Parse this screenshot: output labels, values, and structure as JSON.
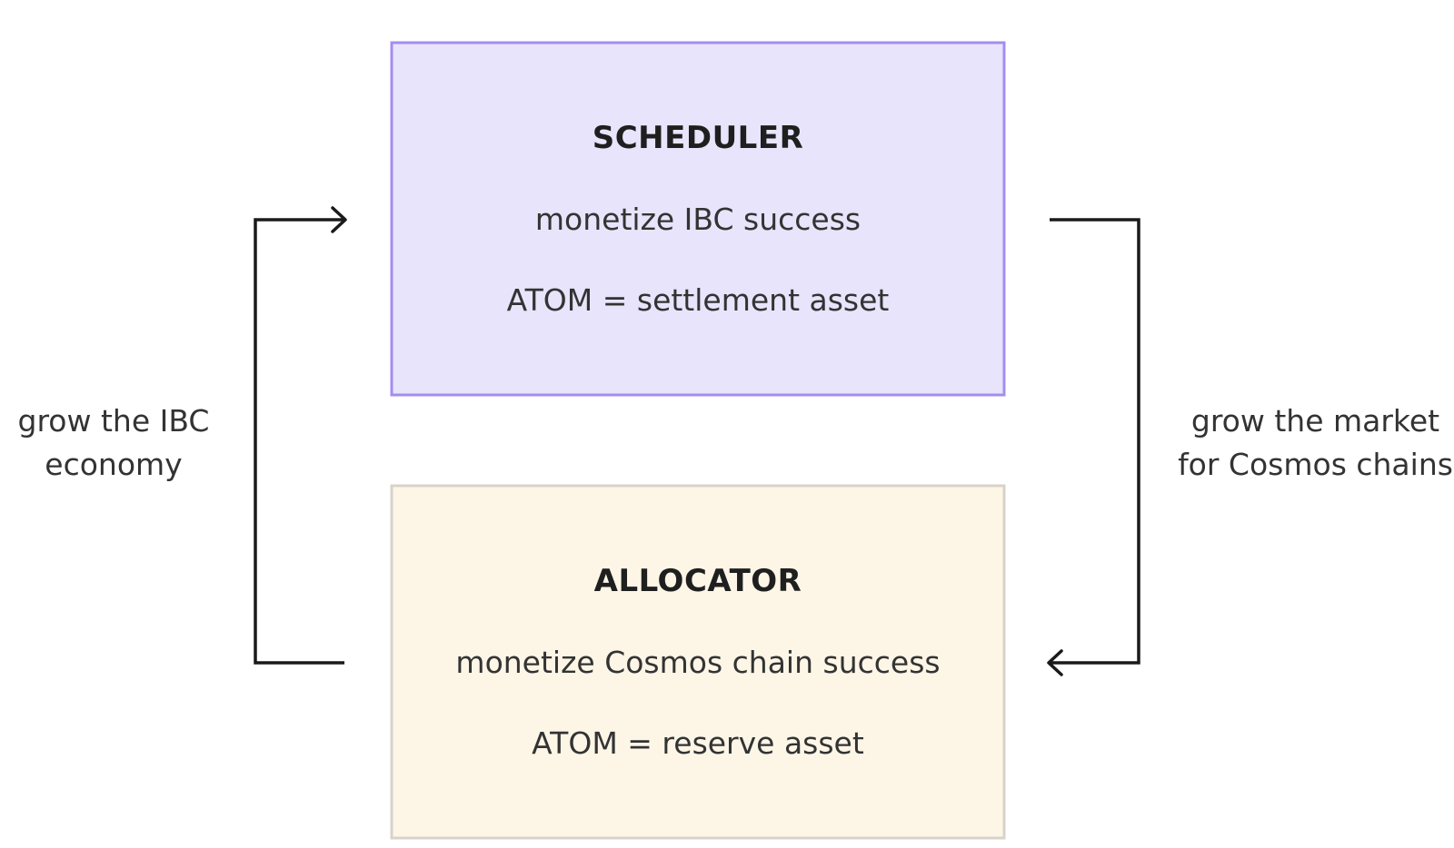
{
  "colors": {
    "scheduler_fill": "#e8e4fb",
    "scheduler_border": "#a58cf0",
    "allocator_fill": "#fdf6e7",
    "allocator_border": "#d9d2c8",
    "arrow": "#1a1a1a"
  },
  "scheduler": {
    "title": "SCHEDULER",
    "line1": "monetize IBC success",
    "line2": "ATOM = settlement asset"
  },
  "allocator": {
    "title": "ALLOCATOR",
    "line1": "monetize Cosmos chain success",
    "line2": "ATOM = reserve asset"
  },
  "left_label": {
    "line1": "grow the IBC",
    "line2": "economy"
  },
  "right_label": {
    "line1": "grow the market",
    "line2": "for Cosmos chains"
  },
  "icons": {
    "left_arrow": "arrow-right-icon",
    "right_arrow": "arrow-left-icon"
  }
}
